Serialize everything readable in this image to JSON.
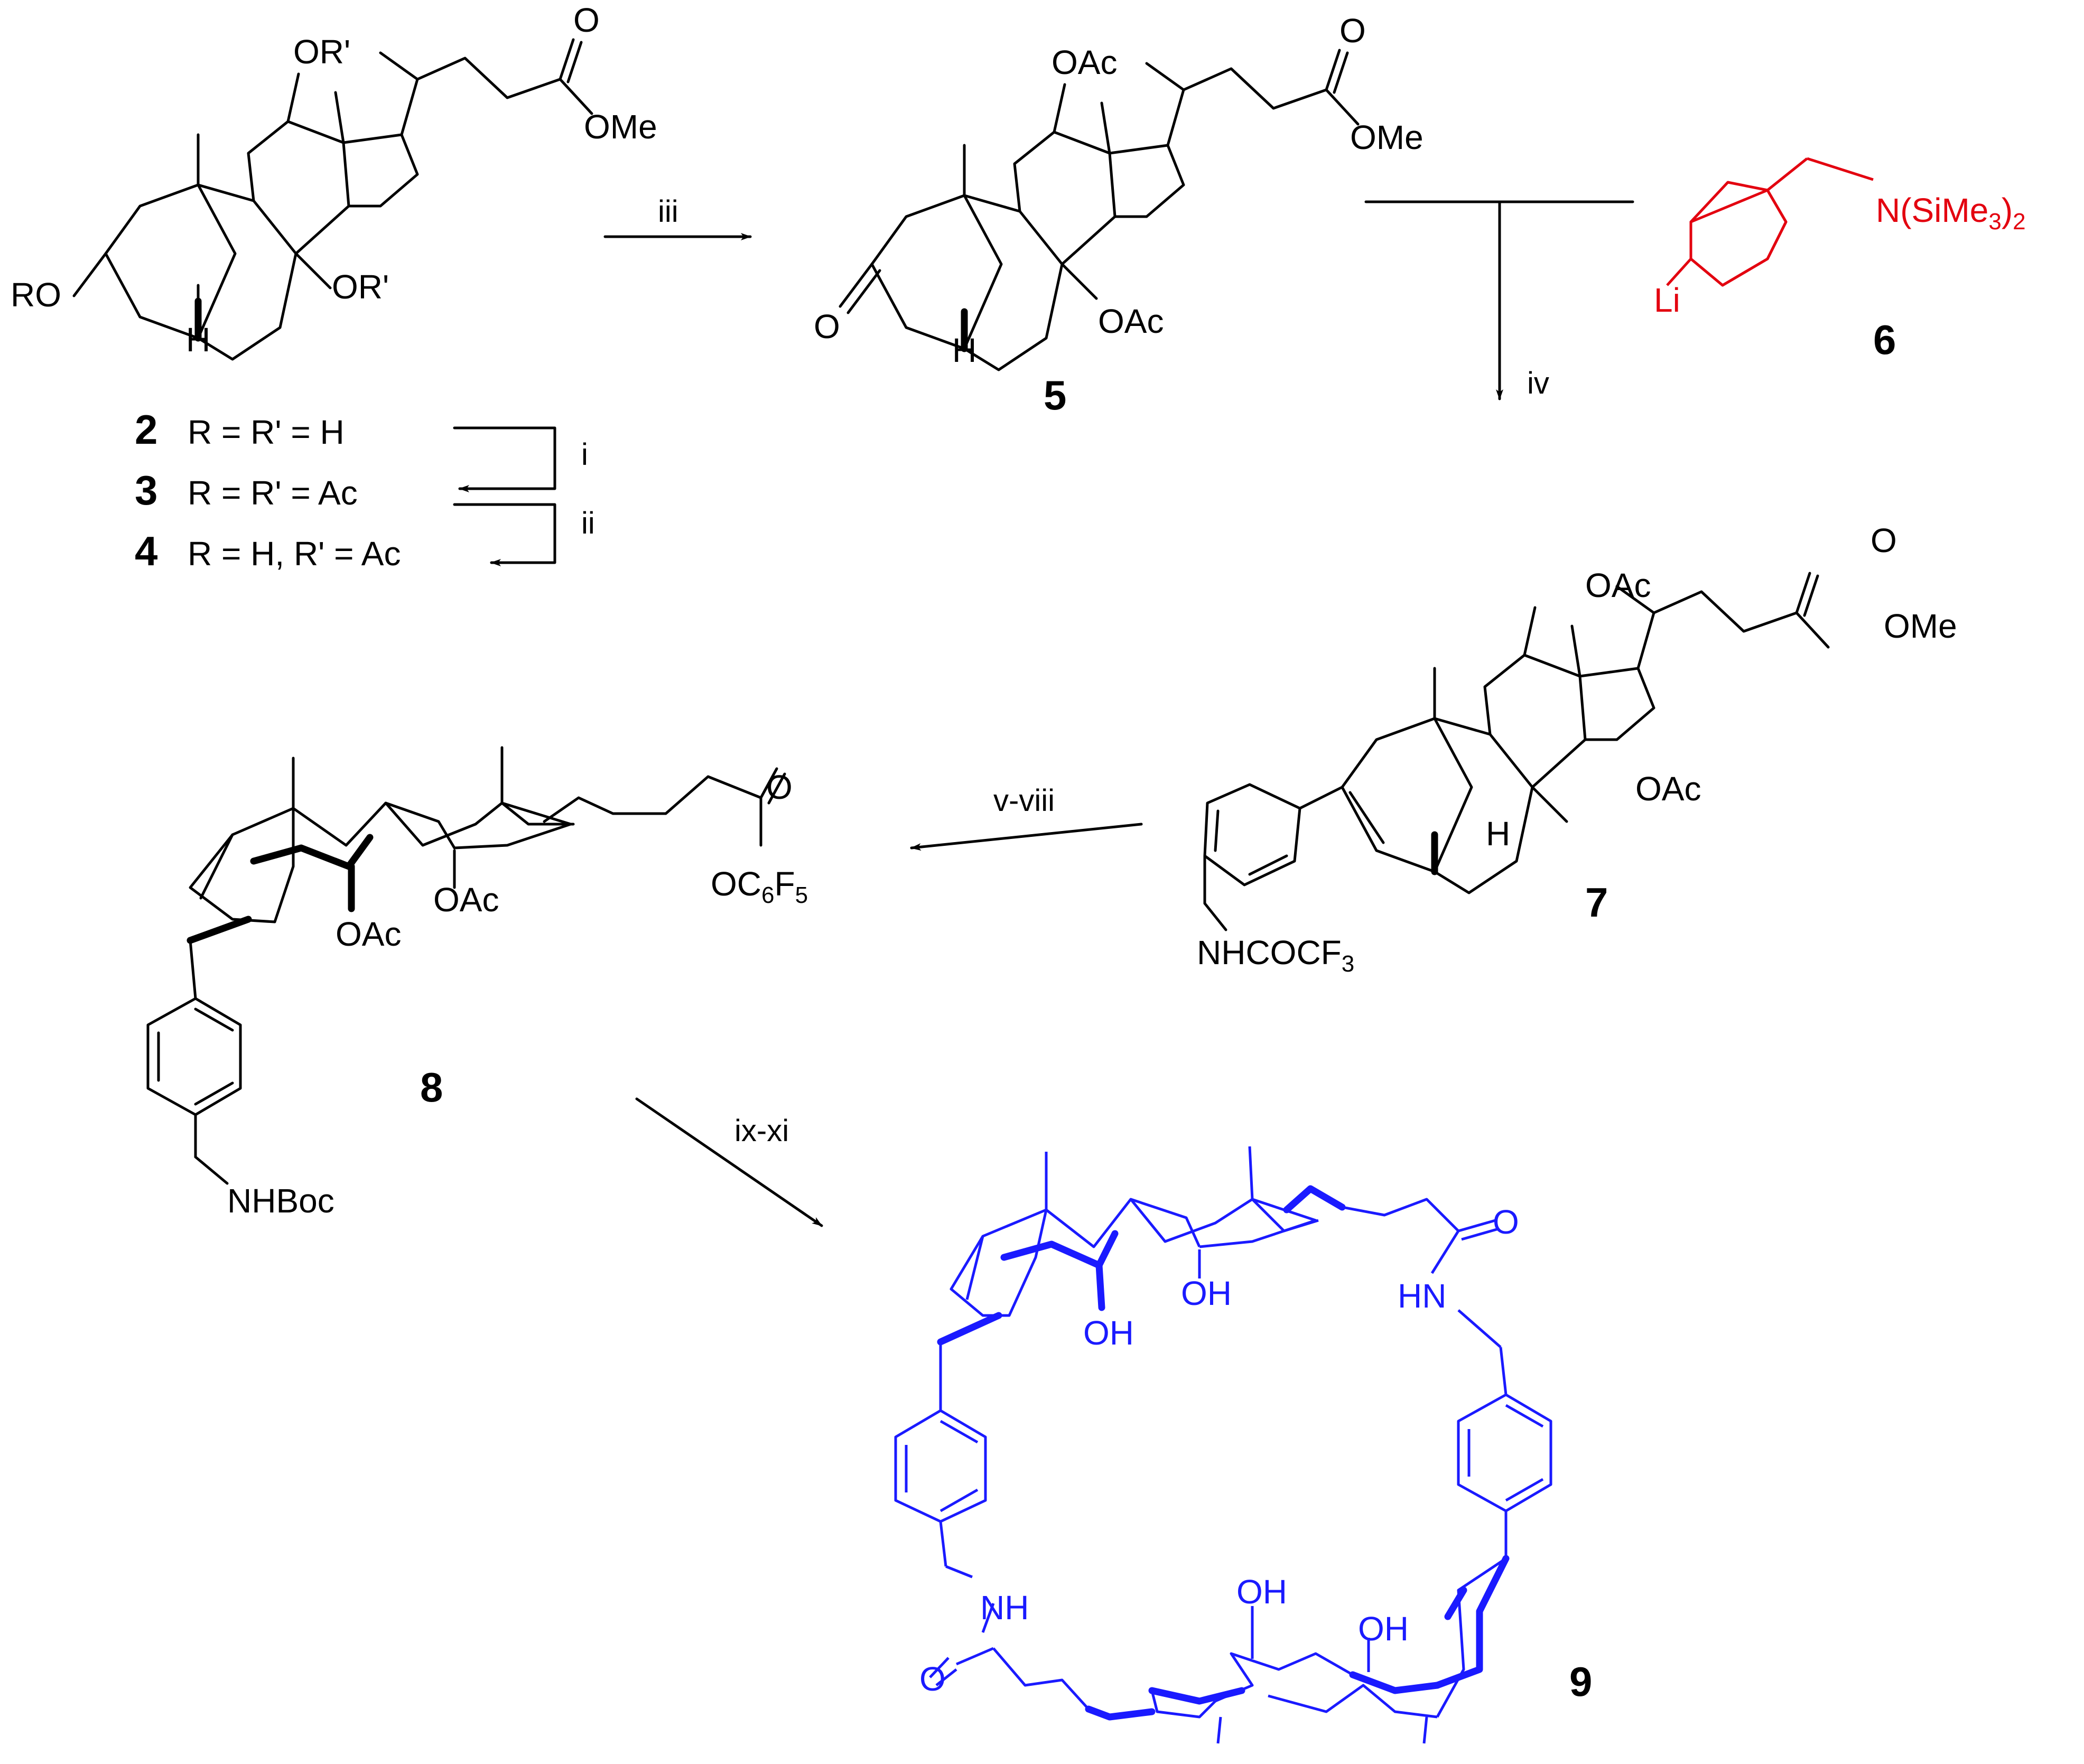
{
  "compounds": {
    "c2": {
      "number": "2",
      "def": "R = R' = H"
    },
    "c3": {
      "number": "3",
      "def": "R = R' = Ac"
    },
    "c4": {
      "number": "4",
      "def": "R = H, R' = Ac"
    },
    "c5": {
      "number": "5"
    },
    "c6": {
      "number": "6"
    },
    "c7": {
      "number": "7"
    },
    "c8": {
      "number": "8"
    },
    "c9": {
      "number": "9"
    }
  },
  "reagents": {
    "i": "i",
    "ii": "ii",
    "iii": "iii",
    "iv": "iv",
    "v_viii": "v-viii",
    "ix_xi": "ix-xi"
  },
  "atom_labels": {
    "or_prime": "OR'",
    "ro": "RO",
    "ome": "OMe",
    "o": "O",
    "h": "H",
    "oac": "OAc",
    "li": "Li",
    "oh": "OH",
    "hn": "HN",
    "nh": "NH",
    "nhboc": "NHBoc"
  },
  "colors": {
    "reagent_6": "#e3000f",
    "product_9": "#1a1aff",
    "default": "#000000"
  }
}
